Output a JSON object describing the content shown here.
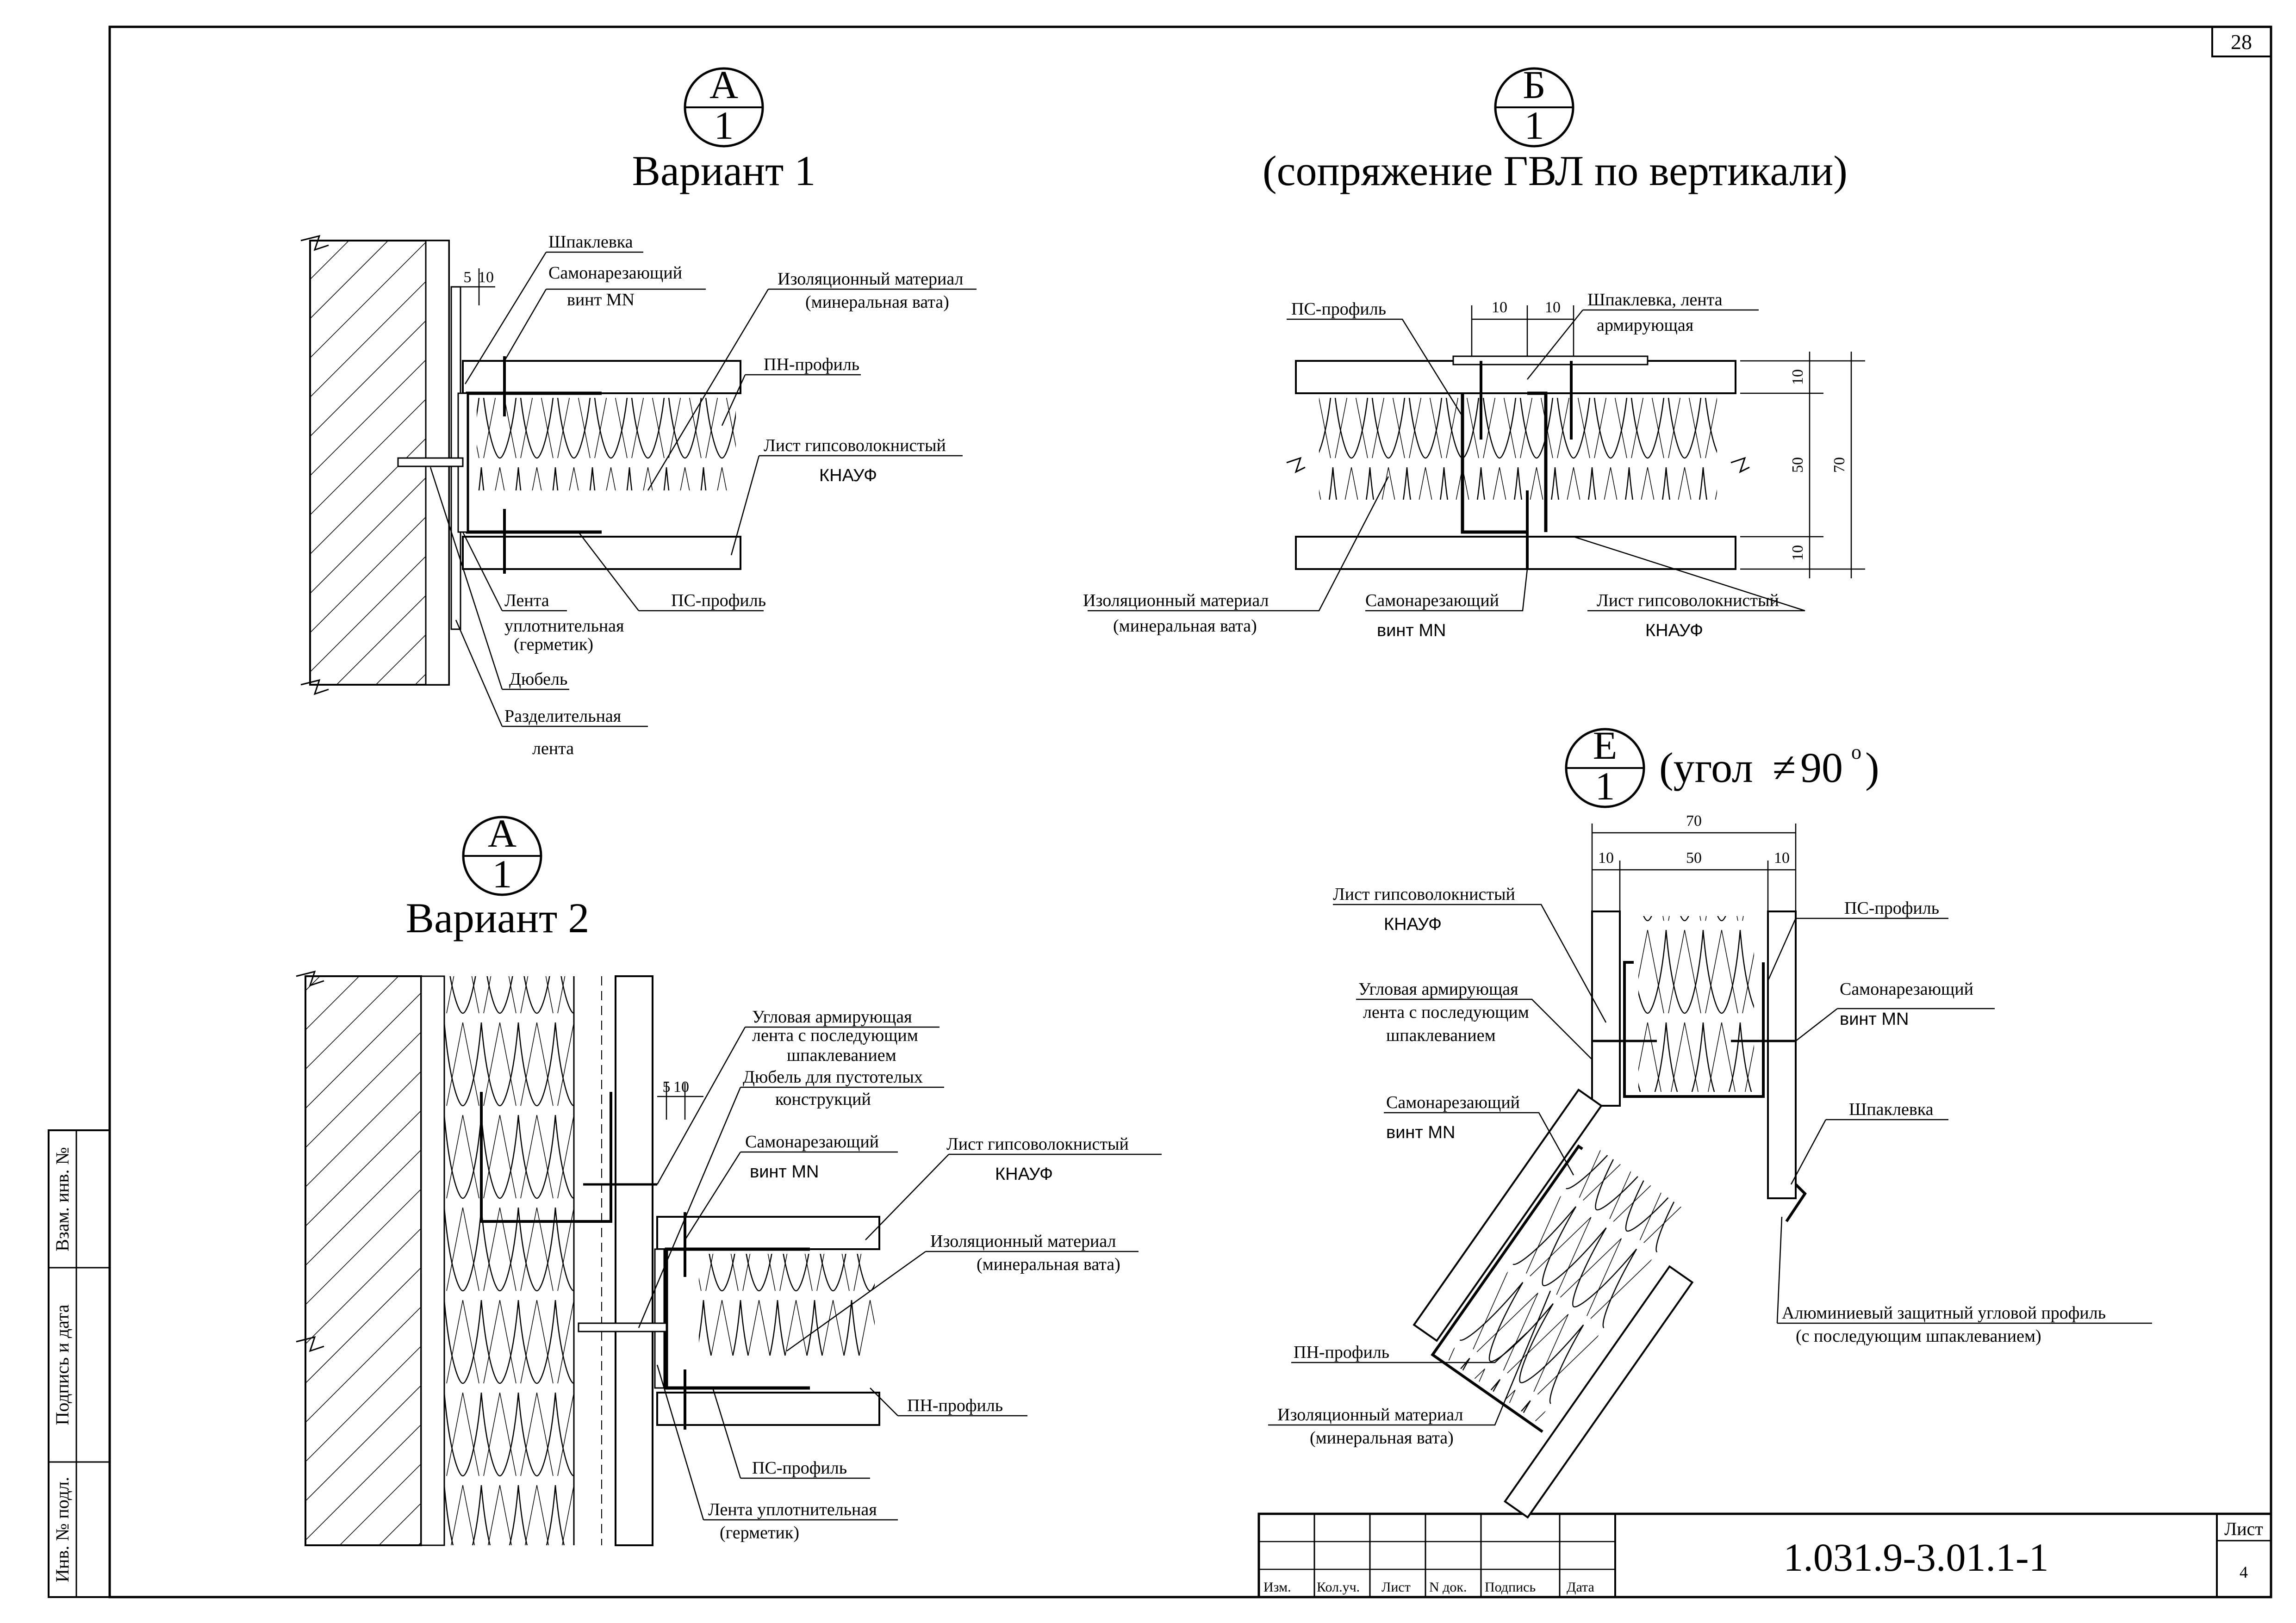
{
  "sheet": {
    "page_number": "28",
    "document_code": "1.031.9-3.01.1-1",
    "sheet_label": "Лист",
    "sheet_number": "4"
  },
  "title_block": {
    "columns": [
      "Изм.",
      "Кол.уч.",
      "Лист",
      "N док.",
      "Подпись",
      "Дата"
    ]
  },
  "side_stamp": {
    "cells": [
      "Взам. инв. №",
      "Подпись и дата",
      "Инв. № подл."
    ]
  },
  "detail_a1": {
    "mark_top": "А",
    "mark_bottom": "1",
    "title": "Вариант 1",
    "dim_5": "5",
    "dim_10": "10",
    "labels": {
      "putty": "Шпаклевка",
      "screw_1": "Самонарезающий",
      "screw_2": "винт MN",
      "insul_1": "Изоляционный материал",
      "insul_2": "(минеральная вата)",
      "pn": "ПН-профиль",
      "gvl_1": "Лист гипсоволокнистый",
      "gvl_2": "КНАУФ",
      "ps": "ПС-профиль",
      "tape_1": "Лента",
      "tape_2": "уплотнительная",
      "tape_3": "(герметик)",
      "dowel": "Дюбель",
      "sep_1": "Разделительная",
      "sep_2": "лента"
    }
  },
  "detail_b1": {
    "mark_top": "Б",
    "mark_bottom": "1",
    "title": "(сопряжение ГВЛ по вертикали)",
    "dims": {
      "gap_left": "10",
      "gap_right": "10",
      "top": "10",
      "mid": "50",
      "bottom": "10",
      "total": "70"
    },
    "labels": {
      "ps": "ПС-профиль",
      "putty_1": "Шпаклевка, лента",
      "putty_2": "армирующая",
      "insul_1": "Изоляционный материал",
      "insul_2": "(минеральная вата)",
      "screw_1": "Самонарезающий",
      "screw_2": "винт MN",
      "gvl_1": "Лист гипсоволокнистый",
      "gvl_2": "КНАУФ"
    }
  },
  "detail_e1": {
    "mark_top": "Е",
    "mark_bottom": "1",
    "title_prefix": "(угол ",
    "title_sign": "≠",
    "title_value": " 90",
    "title_degree": "o",
    "title_suffix": ")",
    "dims": {
      "total": "70",
      "left": "10",
      "mid": "50",
      "right": "10"
    },
    "labels": {
      "gvl_1": "Лист гипсоволокнистый",
      "gvl_2": "КНАУФ",
      "corner_tape_1": "Угловая армирующая",
      "corner_tape_2": "лента с последующим",
      "corner_tape_3": "шпаклеванием",
      "screw_left_1": "Самонарезающий",
      "screw_left_2": "винт MN",
      "ps": "ПС-профиль",
      "screw_right_1": "Самонарезающий",
      "screw_right_2": "винт MN",
      "putty": "Шпаклевка",
      "alu_1": "Алюминиевый защитный угловой профиль",
      "alu_2": "(с последующим шпаклеванием)",
      "pn": "ПН-профиль",
      "insul_1": "Изоляционный материал",
      "insul_2": "(минеральная вата)"
    }
  },
  "detail_a1_v2": {
    "mark_top": "А",
    "mark_bottom": "1",
    "title": "Вариант 2",
    "dim_5": "5",
    "dim_10": "10",
    "labels": {
      "corner_tape_1": "Угловая армирующая",
      "corner_tape_2": "лента с последующим",
      "corner_tape_3": "шпаклеванием",
      "dowel_1": "Дюбель для пустотелых",
      "dowel_2": "конструкций",
      "screw_1": "Самонарезающий",
      "screw_2": "винт MN",
      "gvl_1": "Лист гипсоволокнистый",
      "gvl_2": "КНАУФ",
      "insul_1": "Изоляционный материал",
      "insul_2": "(минеральная вата)",
      "pn": "ПН-профиль",
      "ps": "ПС-профиль",
      "tape_1": "Лента уплотнительная",
      "tape_2": "(герметик)"
    }
  }
}
